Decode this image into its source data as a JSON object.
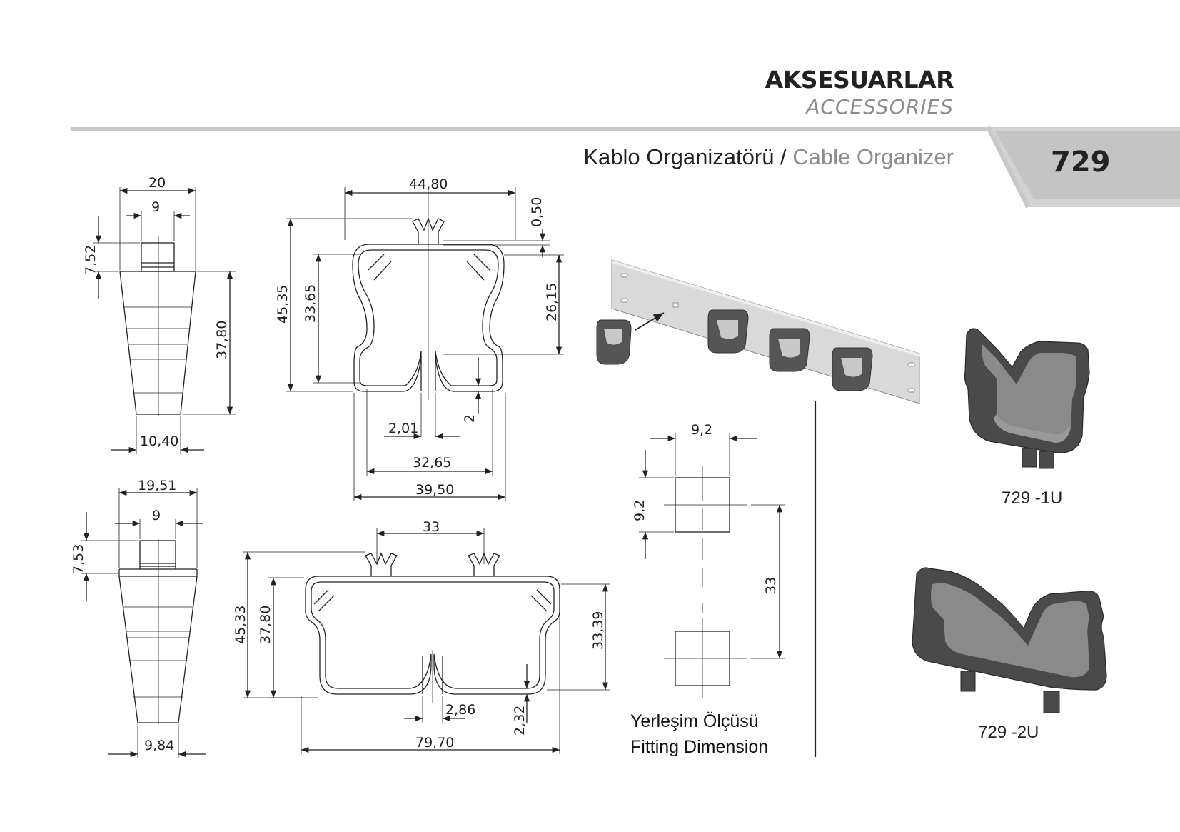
{
  "header": {
    "title": "AKSESUARLAR",
    "subtitle": "ACCESSORIES",
    "product_tr": "Kablo Organizatörü",
    "separator": " / ",
    "product_en": "Cable Organizer",
    "code": "729"
  },
  "dimensions": {
    "side1_top": "20",
    "side1_inner": "9",
    "side1_head": "7,52",
    "side1_height": "37,80",
    "side1_bottom": "10,40",
    "front1_width": "44,80",
    "front1_clip": "0,50",
    "front1_h_total": "45,35",
    "front1_h_inner": "33,65",
    "front1_h_right": "26,15",
    "front1_gap": "2,01",
    "front1_lip": "2",
    "front1_inner_w": "32,65",
    "front1_outer_w": "39,50",
    "side2_top": "19,51",
    "side2_inner": "9",
    "side2_head": "7,53",
    "side2_bottom": "9,84",
    "front2_clip_pitch": "33",
    "front2_h_total": "45,33",
    "front2_h_inner": "37,80",
    "front2_h_right": "33,39",
    "front2_gap": "2,86",
    "front2_lip": "2,32",
    "front2_width": "79,70",
    "fit_w": "9,2",
    "fit_h": "9,2",
    "fit_pitch": "33"
  },
  "fitting": {
    "label_tr": "Yerleşim Ölçüsü",
    "label_en": "Fitting Dimension"
  },
  "variants": {
    "v1": "729 -1U",
    "v2": "729 -2U"
  },
  "colors": {
    "accent_gray": "#c8c8c8",
    "part_dark": "#4a4a4a"
  }
}
